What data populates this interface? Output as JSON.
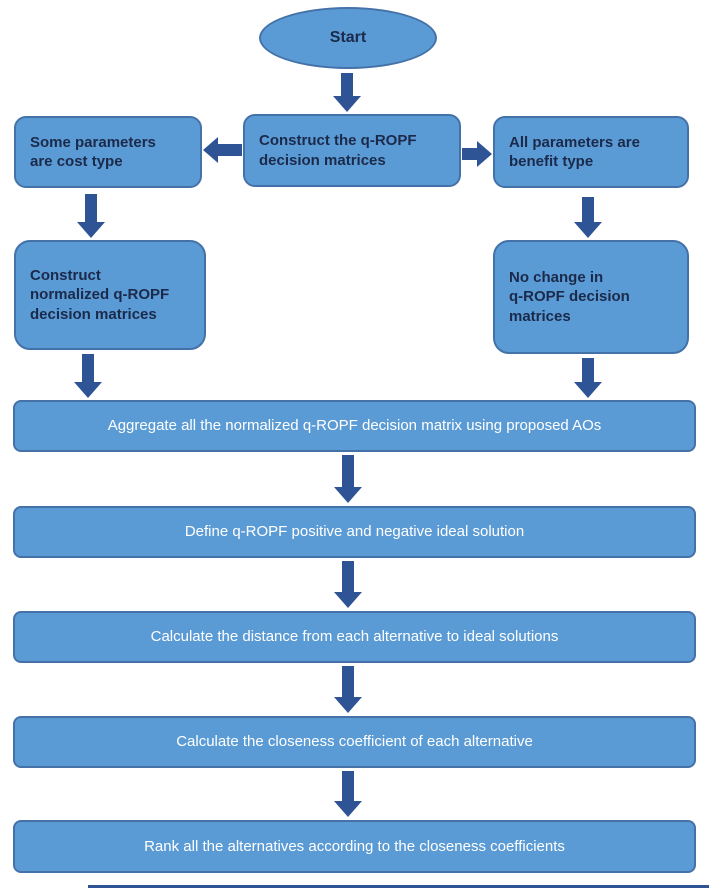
{
  "colors": {
    "node_fill": "#5b9bd5",
    "node_border": "#4472a8",
    "arrow": "#2f5496",
    "dark_text": "#1b2a4a",
    "light_text": "#ffffff",
    "background": "#ffffff"
  },
  "nodes": {
    "start": "Start",
    "construct": "Construct the q-ROPF\ndecision matrices",
    "cost": "Some parameters\nare cost type",
    "benefit": "All parameters are\nbenefit type",
    "normalized": "Construct\nnormalized q-ROPF\ndecision matrices",
    "no_change": "No change in\nq-ROPF decision\nmatrices",
    "aggregate": "Aggregate all the normalized q-ROPF decision matrix using proposed AOs",
    "ideal": "Define q-ROPF positive and negative ideal solution",
    "distance": "Calculate the distance from each alternative to ideal solutions",
    "closeness": "Calculate the closeness coefficient of each alternative",
    "rank": "Rank all the alternatives according to the closeness coefficients"
  }
}
